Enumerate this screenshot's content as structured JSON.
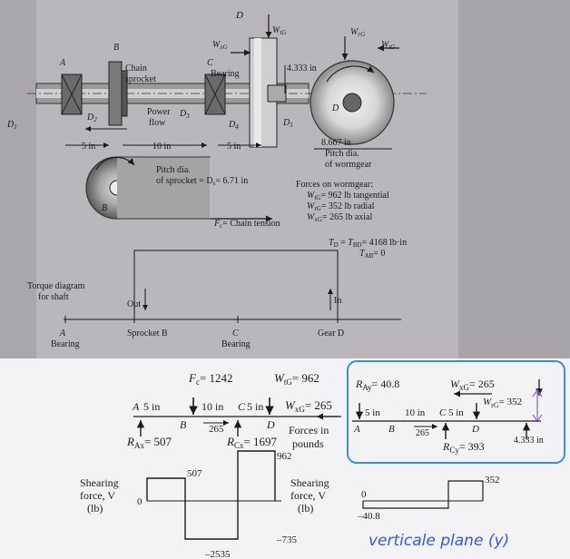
{
  "top": {
    "labels": {
      "A": "A",
      "B": "B",
      "C": "C",
      "D": "D",
      "D1": "D",
      "D1_sub": "1",
      "D2": "D",
      "D2_sub": "2",
      "D3": "D",
      "D3_sub": "3",
      "D4": "D",
      "D4_sub": "4",
      "D5": "D",
      "D5_sub": "5",
      "chain_sprocket": [
        "Chain",
        "sprocket"
      ],
      "bearing": "Bearing",
      "power_flow": [
        "Power",
        "flow"
      ],
      "dim_433": "4.333 in",
      "dim_5a": "5 in",
      "dim_10": "10 in",
      "dim_5b": "5 in",
      "wtg": "W",
      "wtg_sub": "tG",
      "wrg": "W",
      "wrg_sub": "rG",
      "wxg": "W",
      "wxg_sub": "xG",
      "pitch_worm": [
        "8.667 in",
        "Pitch dia.",
        "of wormgear"
      ],
      "pitch_sprocket": [
        "Pitch dia.",
        "of sprocket = D",
        "= 6.71 in"
      ],
      "fc": "F",
      "fc_text": "= Chain tension",
      "forces_title": "Forces on wormgear:",
      "forces": [
        "= 962 lb tangential",
        "= 352 lb radial",
        "= 265 lb axial"
      ],
      "torque_eq": "T",
      "torque_eq_text": "= 4168 lb·in",
      "tab_eq": "= 0",
      "torque_diagram": [
        "Torque diagram",
        "for shaft"
      ],
      "out": "Out",
      "in": "In",
      "bottom_A": "A",
      "bottom_bearing_A": "Bearing",
      "sprocket_b": "Sprocket B",
      "bottom_C": "C",
      "bottom_bearing_C": "Bearing",
      "gear_d": "Gear D"
    }
  },
  "bottom_left": {
    "fc_label": "= 1242",
    "wtg_label": "= 962",
    "wxg_label": "= 265",
    "dims": [
      "5 in",
      "10 in",
      "5 in"
    ],
    "points": [
      "A",
      "B",
      "C",
      "D"
    ],
    "val_265": "265",
    "rax": "= 507",
    "rcx": "= 1697",
    "forces_in": "Forces in",
    "pounds": "pounds",
    "shear_label": [
      "Shearing",
      "force, V",
      "(lb)"
    ],
    "shear_zero": "0",
    "shear_507": "507",
    "shear_962": "962",
    "shear_735": "–735",
    "shear_neg": "–2535"
  },
  "bottom_right": {
    "ray": "= 40.8",
    "wxg": "= 265",
    "wrg": "= 352",
    "dims": [
      "5 in",
      "10 in",
      "5 in"
    ],
    "points": [
      "A",
      "B",
      "C",
      "D"
    ],
    "val_265": "265",
    "rcy": "= 393",
    "dim_433": "4.333 in",
    "shear_label": [
      "Shearing",
      "force, V",
      "(lb)"
    ],
    "shear_zero": "0",
    "shear_352": "352",
    "shear_neg": "–40.8",
    "handwriting": "verticale plane (y)"
  },
  "colors": {
    "top_bg": "#b9b7bb",
    "bottom_bg": "#f3f3f5",
    "ink": "#1c1a1c",
    "annotation_blue": "#3a56d8"
  }
}
